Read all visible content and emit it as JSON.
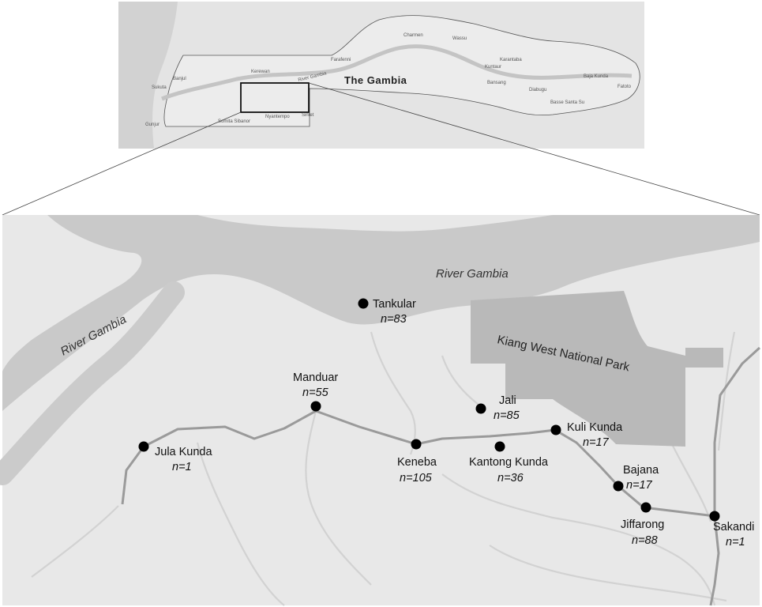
{
  "inset": {
    "title": "The Gambia",
    "places": [
      "Banjul",
      "Sukuta",
      "Gunjur",
      "Kerewan",
      "Farafenni",
      "River Gambia",
      "Charmen",
      "Wassu",
      "Kuntaur",
      "Karantaba",
      "Bansang",
      "Diabugu",
      "Baja Kunda",
      "Fatoto",
      "Basse Santa Su",
      "Somita Sibanor",
      "Nyantempo",
      "Sintet"
    ]
  },
  "main": {
    "river_label_north": "River Gambia",
    "river_label_west": "River Gambia",
    "park_label": "Kiang West National Park",
    "villages": [
      {
        "name": "Tankular",
        "count": "n=83"
      },
      {
        "name": "Manduar",
        "count": "n=55"
      },
      {
        "name": "Jali",
        "count": "n=85"
      },
      {
        "name": "Kuli Kunda",
        "count": "n=17"
      },
      {
        "name": "Jula Kunda",
        "count": "n=1"
      },
      {
        "name": "Keneba",
        "count": "n=105"
      },
      {
        "name": "Kantong Kunda",
        "count": "n=36"
      },
      {
        "name": "Bajana",
        "count": "n=17"
      },
      {
        "name": "Jiffarong",
        "count": "n=88"
      },
      {
        "name": "Sakandi",
        "count": "n=1"
      }
    ]
  }
}
